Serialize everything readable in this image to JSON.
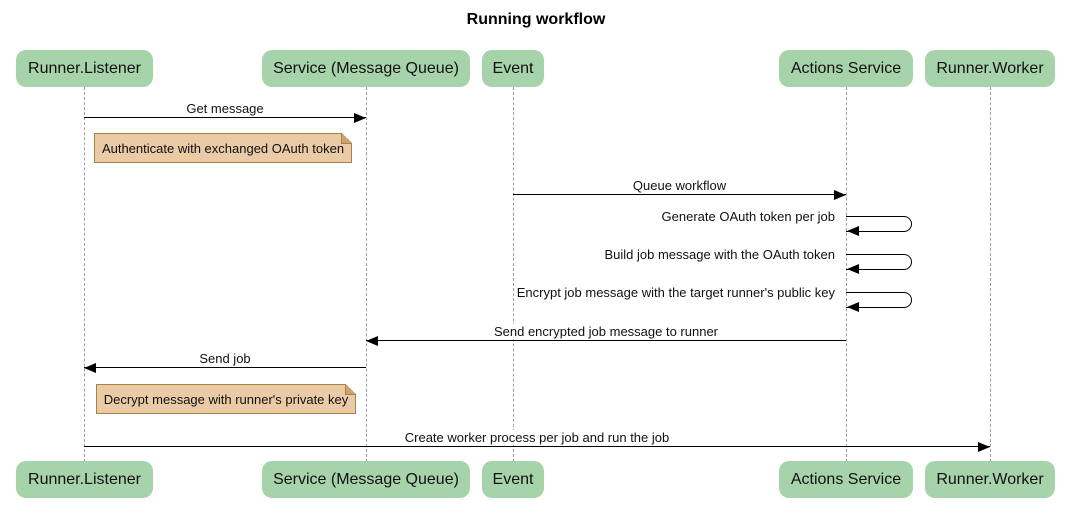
{
  "title": "Running workflow",
  "colors": {
    "actor_fill": "#a7d3ab",
    "note_fill": "#eacba6",
    "note_border": "#aa8148",
    "note_fold": "#c9a473",
    "lifeline": "#9f9f9f",
    "arrow": "#000000",
    "background": "#ffffff"
  },
  "actors": [
    {
      "id": "runner-listener",
      "label": "Runner.Listener"
    },
    {
      "id": "service-message-queue",
      "label": "Service (Message Queue)"
    },
    {
      "id": "event",
      "label": "Event"
    },
    {
      "id": "actions-service",
      "label": "Actions Service"
    },
    {
      "id": "runner-worker",
      "label": "Runner.Worker"
    }
  ],
  "messages": [
    {
      "label": "Get message",
      "from": "Runner.Listener",
      "to": "Service (Message Queue)",
      "direction": "right"
    },
    {
      "label": "Queue workflow",
      "from": "Event",
      "to": "Actions Service",
      "direction": "right"
    },
    {
      "label": "Generate OAuth token per job",
      "from": "Actions Service",
      "to": "Actions Service",
      "direction": "self"
    },
    {
      "label": "Build job message with the OAuth token",
      "from": "Actions Service",
      "to": "Actions Service",
      "direction": "self"
    },
    {
      "label": "Encrypt job message with the target runner's public key",
      "from": "Actions Service",
      "to": "Actions Service",
      "direction": "self"
    },
    {
      "label": "Send encrypted job message to runner",
      "from": "Actions Service",
      "to": "Service (Message Queue)",
      "direction": "left"
    },
    {
      "label": "Send job",
      "from": "Service (Message Queue)",
      "to": "Runner.Listener",
      "direction": "left"
    },
    {
      "label": "Create worker process per job and run the job",
      "from": "Runner.Listener",
      "to": "Runner.Worker",
      "direction": "right"
    }
  ],
  "notes": [
    {
      "label": "Authenticate with exchanged OAuth token",
      "over": "Runner.Listener / Service (Message Queue)"
    },
    {
      "label": "Decrypt message with runner's private key",
      "over": "Runner.Listener / Service (Message Queue)"
    }
  ]
}
